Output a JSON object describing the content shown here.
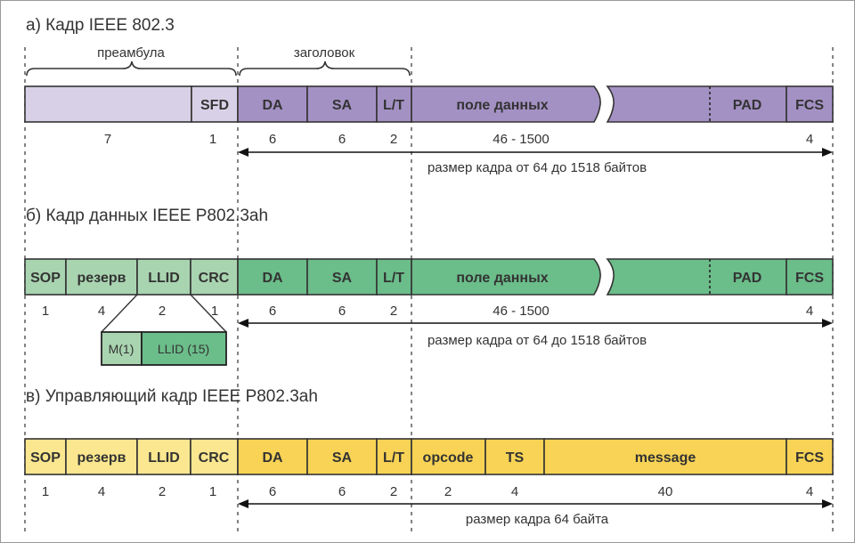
{
  "colors": {
    "purple": "#a491c4",
    "purple_light": "#d8d0e6",
    "green": "#6bbd8a",
    "green_light": "#a9d4b0",
    "yellow": "#f8d355",
    "yellow_light": "#fbe78f"
  },
  "frames": [
    {
      "title": "а) Кадр IEEE 802.3",
      "braces": [
        {
          "label": "преамбула"
        },
        {
          "label": "заголовок"
        }
      ],
      "fields": [
        {
          "label": "",
          "size": "7",
          "color": "#d8d0e6"
        },
        {
          "label": "SFD",
          "size": "1",
          "color": "#d8d0e6"
        },
        {
          "label": "DA",
          "size": "6",
          "color": "#a491c4"
        },
        {
          "label": "SA",
          "size": "6",
          "color": "#a491c4"
        },
        {
          "label": "L/T",
          "size": "2",
          "color": "#a491c4"
        },
        {
          "label": "поле данных",
          "size": "46 - 1500",
          "color": "#a491c4"
        },
        {
          "label": "",
          "size": "",
          "color": "#a491c4"
        },
        {
          "label": "PAD",
          "size": "",
          "color": "#a491c4"
        },
        {
          "label": "FCS",
          "size": "4",
          "color": "#a491c4"
        }
      ],
      "size_label": "размер кадра от 64 до 1518 байтов"
    },
    {
      "title": "б) Кадр данных IEEE P802.3ah",
      "fields": [
        {
          "label": "SOP",
          "size": "1",
          "color": "#a9d4b0"
        },
        {
          "label": "резерв",
          "size": "4",
          "color": "#a9d4b0"
        },
        {
          "label": "LLID",
          "size": "2",
          "color": "#a9d4b0"
        },
        {
          "label": "CRC",
          "size": "1",
          "color": "#a9d4b0"
        },
        {
          "label": "DA",
          "size": "6",
          "color": "#6bbd8a"
        },
        {
          "label": "SA",
          "size": "6",
          "color": "#6bbd8a"
        },
        {
          "label": "L/T",
          "size": "2",
          "color": "#6bbd8a"
        },
        {
          "label": "поле данных",
          "size": "46 - 1500",
          "color": "#6bbd8a"
        },
        {
          "label": "",
          "size": "",
          "color": "#6bbd8a"
        },
        {
          "label": "PAD",
          "size": "",
          "color": "#6bbd8a"
        },
        {
          "label": "FCS",
          "size": "4",
          "color": "#6bbd8a"
        }
      ],
      "llid_detail": [
        {
          "label": "M(1)",
          "color": "#a9d4b0"
        },
        {
          "label": "LLID (15)",
          "color": "#6bbd8a"
        }
      ],
      "size_label": "размер кадра от 64 до 1518 байтов"
    },
    {
      "title": "в) Управляющий кадр IEEE P802.3ah",
      "fields": [
        {
          "label": "SOP",
          "size": "1",
          "color": "#fbe78f"
        },
        {
          "label": "резерв",
          "size": "4",
          "color": "#fbe78f"
        },
        {
          "label": "LLID",
          "size": "2",
          "color": "#fbe78f"
        },
        {
          "label": "CRC",
          "size": "1",
          "color": "#fbe78f"
        },
        {
          "label": "DA",
          "size": "6",
          "color": "#f8d355"
        },
        {
          "label": "SA",
          "size": "6",
          "color": "#f8d355"
        },
        {
          "label": "L/T",
          "size": "2",
          "color": "#f8d355"
        },
        {
          "label": "opcode",
          "size": "2",
          "color": "#f8d355"
        },
        {
          "label": "TS",
          "size": "4",
          "color": "#f8d355"
        },
        {
          "label": "message",
          "size": "40",
          "color": "#f8d355"
        },
        {
          "label": "FCS",
          "size": "4",
          "color": "#f8d355"
        }
      ],
      "size_label": "размер кадра 64 байта"
    }
  ]
}
